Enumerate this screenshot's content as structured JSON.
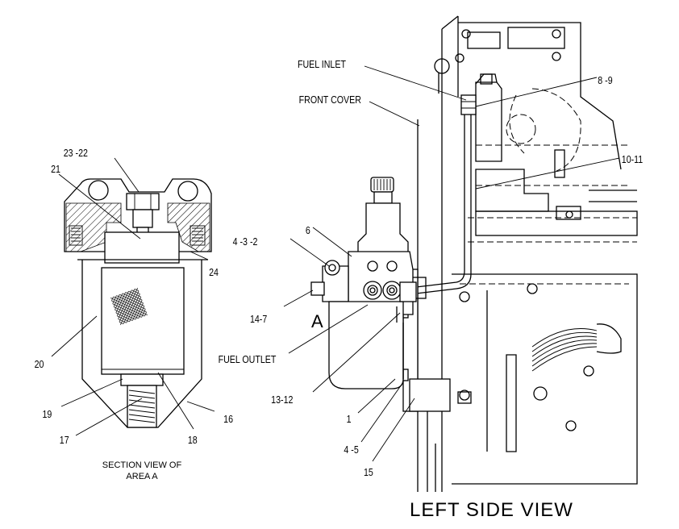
{
  "diagram": {
    "callouts": {
      "c23_22": "23 -22",
      "c21": "21",
      "c24": "24",
      "c20": "20",
      "c19": "19",
      "c17": "17",
      "c18": "18",
      "c16": "16",
      "c6": "6",
      "c4_3_2": "4 -3 -2",
      "c14_7": "14-7",
      "c13_12": "13-12",
      "c1": "1",
      "c4_5": "4 -5",
      "c15": "15",
      "c8_9": "8 -9",
      "c10_11": "10-11"
    },
    "labels": {
      "fuel_inlet": "FUEL INLET",
      "front_cover": "FRONT COVER",
      "fuel_outlet": "FUEL OUTLET",
      "area_a": "A",
      "section_line1": "SECTION VIEW OF",
      "section_line2": "AREA A",
      "view_title": "LEFT SIDE VIEW"
    }
  }
}
